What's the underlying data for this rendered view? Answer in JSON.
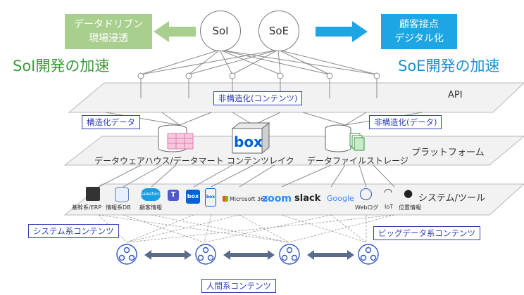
{
  "header": {
    "left_box": [
      "データドリブン",
      "現場浸透"
    ],
    "right_box": [
      "顧客接点",
      "デジタル化"
    ],
    "left_tagline": "SoI開発の加速",
    "right_tagline": "SoE開発の加速",
    "soi": "SoI",
    "soe": "SoE",
    "colors": {
      "green_box": "#a9cf8e",
      "green_text": "#3d9a3b",
      "blue_box": "#1ea6e4",
      "blue_text": "#1a8fd0"
    }
  },
  "api_layer": {
    "label": "API",
    "tag": "非構造化(コンテンツ)"
  },
  "platform_layer": {
    "label": "プラットフォーム",
    "tag_left": "構造化データ",
    "tag_right": "非構造化(データ)",
    "items": [
      {
        "label": "データウェアハウス/データマート",
        "icon": "database-spreadsheet-icon"
      },
      {
        "label": "コンテンツレイク",
        "icon": "box-cube-icon",
        "logo_text": "box"
      },
      {
        "label": "データファイルストレージ",
        "icon": "database-files-icon"
      }
    ]
  },
  "system_layer": {
    "label": "システム/ツール",
    "tools": [
      {
        "label": "基幹系/ERP",
        "icon": "server-icon"
      },
      {
        "label": "情報系DB",
        "icon": "database-icon"
      },
      {
        "label": "顧客情報",
        "icon": "salesforce-icon",
        "logo_text": "salesforce"
      },
      {
        "label": "",
        "icon": "teams-icon"
      },
      {
        "label": "",
        "icon": "box-app-icon",
        "logo_text": "box"
      },
      {
        "label": "",
        "icon": "box-mobile-icon",
        "logo_text": "box"
      },
      {
        "label": "Microsoft 365",
        "icon": "microsoft-icon"
      },
      {
        "label": "zoom",
        "icon": "zoom-icon"
      },
      {
        "label": "slack",
        "icon": "slack-icon"
      },
      {
        "label": "Google",
        "icon": "google-icon"
      },
      {
        "label": "Webログ",
        "icon": "globe-icon"
      },
      {
        "label": "IoT",
        "icon": "wifi-icon"
      },
      {
        "label": "位置情報",
        "icon": "location-pin-icon"
      }
    ]
  },
  "bottom": {
    "left_tag": "システム系コンテンツ",
    "right_tag": "ビッグデータ系コンテンツ",
    "bottom_tag": "人間系コンテンツ"
  }
}
